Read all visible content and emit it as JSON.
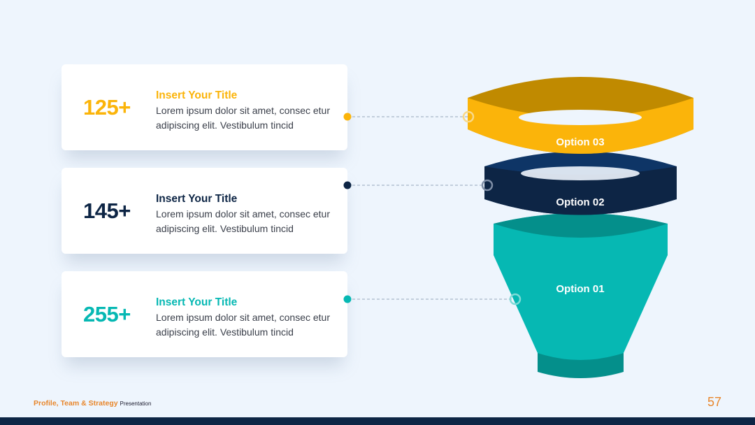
{
  "colors": {
    "background": "#eef5fd",
    "yellow": "#fbb40a",
    "yellow_dark": "#c08a00",
    "navy": "#0d2545",
    "navy_mid": "#0e3566",
    "teal": "#06b8b3",
    "teal_dark": "#048f8b",
    "orange": "#e8862b"
  },
  "cards": [
    {
      "number": "125+",
      "title": "Insert Your Title",
      "body": "Lorem ipsum dolor sit amet, consec etur adipiscing elit. Vestibulum tincid",
      "color": "#fbb40a"
    },
    {
      "number": "145+",
      "title": "Insert Your Title",
      "body": "Lorem ipsum dolor sit amet, consec etur adipiscing elit. Vestibulum tincid",
      "color": "#0d2545"
    },
    {
      "number": "255+",
      "title": "Insert Your Title",
      "body": "Lorem ipsum dolor sit amet, consec etur adipiscing elit. Vestibulum tincid",
      "color": "#06b8b3"
    }
  ],
  "funnel": {
    "option_03": "Option 03",
    "option_02": "Option 02",
    "option_01": "Option 01"
  },
  "footer": {
    "brand": "Profile, Team & Strategy",
    "subtitle": "Presentation",
    "page_number": "57"
  }
}
